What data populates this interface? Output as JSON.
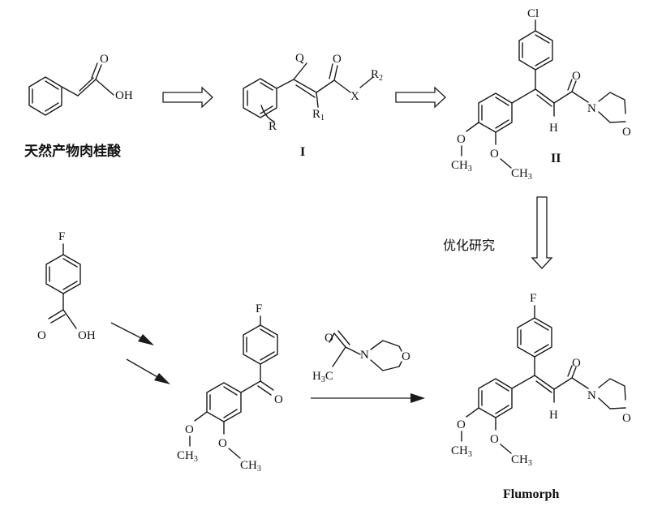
{
  "labels": {
    "cinnamic_caption": "天然产物肉桂酸",
    "compound_I": "I",
    "compound_II": "II",
    "optimization": "优化研究",
    "flumorph": "Flumorph"
  },
  "atoms": {
    "oxygen": "O",
    "hydroxyl": "OH",
    "chlorine": "Cl",
    "fluorine": "F",
    "nitrogen": "N",
    "hydrogen": "H",
    "x": "X",
    "q": "Q",
    "r": "R",
    "r1": "R",
    "r1_sub": "1",
    "r2": "R",
    "r2_sub": "2",
    "methyl": "CH",
    "methyl_sub": "3",
    "h3c": "H",
    "h3c_sub": "3",
    "h3c_c": "C"
  }
}
